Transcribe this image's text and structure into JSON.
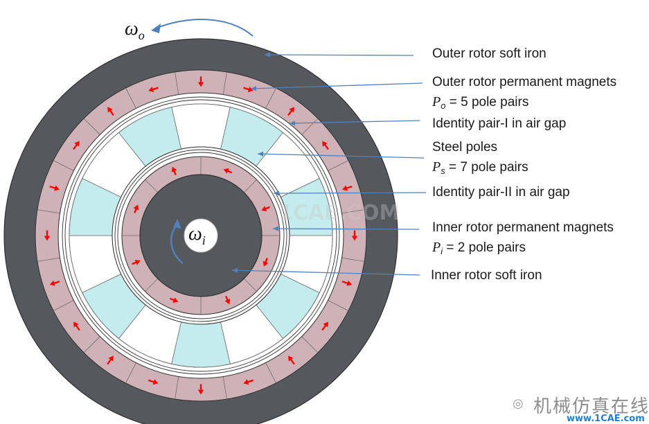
{
  "symbols": {
    "omega_outer": "ω",
    "omega_outer_sub": "o",
    "omega_inner": "ω",
    "omega_inner_sub": "i"
  },
  "labels": {
    "outer_iron": "Outer rotor soft iron",
    "outer_magnets": "Outer rotor permanent magnets",
    "po_symbol": "P",
    "po_sub": "o",
    "po_text": " = 5 pole pairs",
    "identity_1": "Identity pair-I in air gap",
    "steel_poles": "Steel poles",
    "ps_symbol": "P",
    "ps_sub": "s",
    "ps_text": " = 7 pole pairs",
    "identity_2": "Identity pair-II in air gap",
    "inner_magnets": "Inner rotor permanent magnets",
    "pi_symbol": "P",
    "pi_sub": "i",
    "pi_text": " = 2 pole pairs",
    "inner_iron": "Inner rotor soft iron"
  },
  "watermark": {
    "center": "1CAE.COM",
    "brand": "机械仿真在线",
    "url": "www.1CAE.com"
  },
  "colors": {
    "iron": "#55595d",
    "magnet": "#cfb2b7",
    "steel_pole": "#c4ecec",
    "arrow": "#ff0000",
    "leader": "#4f81bd",
    "outline": "#2f2f2f"
  }
}
